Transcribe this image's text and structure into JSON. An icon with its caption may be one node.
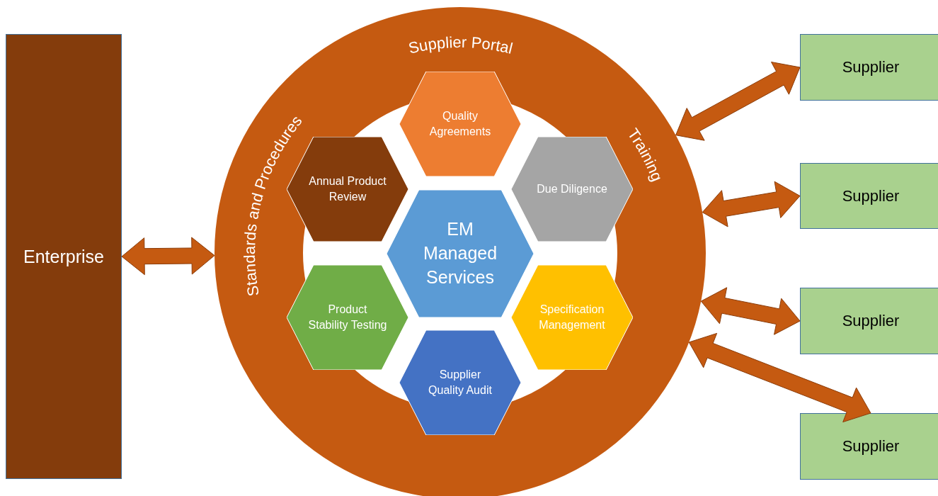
{
  "diagram": {
    "nodes": [
      {
        "text": [
          "Enterprise"
        ]
      },
      {
        "text": [
          "Supplier Portal",
          "Standards and Procedures",
          "Training"
        ]
      },
      {
        "text": [
          "Quality Agreements"
        ],
        "in": 1
      },
      {
        "text": [
          "Annual Product Review"
        ],
        "in": 1
      },
      {
        "text": [
          "Due Diligence"
        ],
        "in": 1
      },
      {
        "text": [
          "EM Managed Services"
        ],
        "in": 1
      },
      {
        "text": [
          "Product Stability Testing"
        ],
        "in": 1
      },
      {
        "text": [
          "Specification Management"
        ],
        "in": 1
      },
      {
        "text": [
          "Supplier Quality Audit"
        ],
        "in": 1
      },
      {
        "text": [
          "Supplier"
        ]
      },
      {
        "text": [
          "Supplier"
        ]
      },
      {
        "text": [
          "Supplier"
        ]
      },
      {
        "text": [
          "Supplier"
        ]
      }
    ],
    "edges": [
      {
        "from": 0,
        "to": 1,
        "arrow": "both"
      },
      {
        "from": 1,
        "to": 9,
        "arrow": "both"
      },
      {
        "from": 1,
        "to": 10,
        "arrow": "both"
      },
      {
        "from": 1,
        "to": 11,
        "arrow": "both"
      },
      {
        "from": 1,
        "to": 12,
        "arrow": "both"
      }
    ]
  }
}
